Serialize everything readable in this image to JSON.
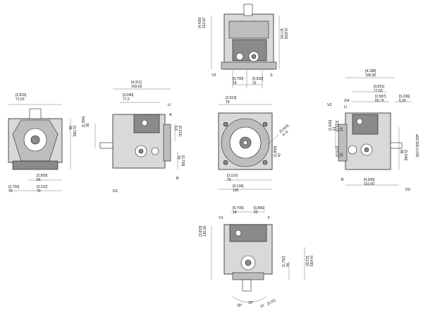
{
  "views": {
    "top": {
      "height_main": "[4,430]\n112,50",
      "height_inner": "[4,620]\n117,50",
      "width_left": "[0,700]\n18",
      "width_right": "[0,630]\n16",
      "label_v2": "V2",
      "label_s": "S"
    },
    "left": {
      "width_top": "[2,815]\n71,50",
      "height_right": "[3,780]\n96",
      "inner_bottom": "[2,559]\n65",
      "width_bottom_left": "[2,756]\n70",
      "width_bottom_right": "[3,110]\n79"
    },
    "center_left": {
      "width_top": "[4,311]\n109,50",
      "width_inner": "[3,040]\n77,2",
      "height_left": "[1,394]\n35",
      "height_right": "[0,221]\n5,6",
      "height_low": "[0,709]\n18",
      "label_u": "U",
      "label_a": "A",
      "label_b": "B",
      "label_d1": "D1"
    },
    "center": {
      "width_top": "[2,913]\n74",
      "dia_label": "[0,433]\n⌀ 11",
      "height_side": "[1,850]\n47",
      "width_inner": "[3,110]\n79",
      "width_bottom": "[4,134]\n105"
    },
    "right": {
      "width_top": "[4,188]\n106,50",
      "width_a": "[3,051]\n77,50",
      "width_b": "[2,587]\n65,70",
      "width_c": "[0,236]\n6,30",
      "height_left": "[1,630]\n41",
      "height_mid": "[0,512]\n13",
      "height_low": "[0,512]\n13",
      "height_right": "[3,346]\n85",
      "bottom_width": "[4,330]\n110,00",
      "label_v2": "V2",
      "label_zh": "ZH",
      "label_u": "U",
      "label_b": "B",
      "label_d2": "D2",
      "dia_vert": "⌀62,500-0,030"
    },
    "bottom": {
      "width_left": "[0,700]\n18",
      "width_right": "[0,866]\n22",
      "label_v1": "V1",
      "label_f": "F",
      "height_left": "[3,833]\n130,00",
      "height_right": "[4,430]\n112,50",
      "height_inner": "[1,752]\n44",
      "angle_a": "18°",
      "angle_b": "19°",
      "dim_a": "10",
      "dim_b": "[3,31]"
    }
  }
}
